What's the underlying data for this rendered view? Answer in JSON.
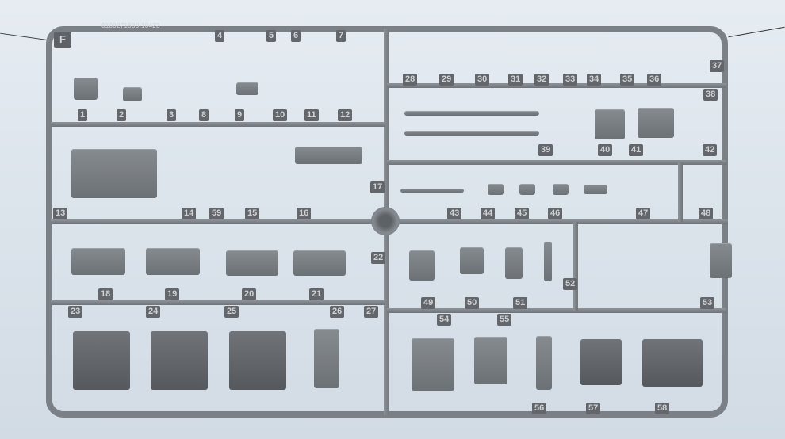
{
  "sprue": {
    "letter": "F",
    "code": "0100271930 10423",
    "part_numbers": [
      "1",
      "2",
      "3",
      "4",
      "5",
      "6",
      "7",
      "8",
      "9",
      "10",
      "11",
      "12",
      "13",
      "14",
      "15",
      "16",
      "17",
      "18",
      "19",
      "20",
      "21",
      "22",
      "23",
      "24",
      "25",
      "26",
      "27",
      "28",
      "29",
      "30",
      "31",
      "32",
      "33",
      "34",
      "35",
      "36",
      "37",
      "38",
      "39",
      "40",
      "41",
      "42",
      "43",
      "44",
      "45",
      "46",
      "47",
      "48",
      "49",
      "50",
      "51",
      "52",
      "53",
      "54",
      "55",
      "56",
      "57",
      "58",
      "59"
    ]
  }
}
